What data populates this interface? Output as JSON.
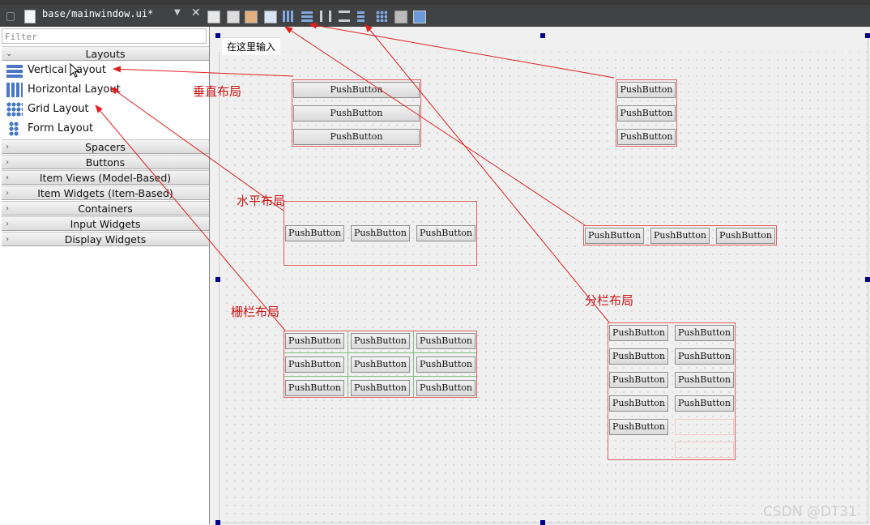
{
  "editor": {
    "file_tab": "base/mainwindow.ui*"
  },
  "toolbar": {
    "icons": [
      "edit-widgets-icon",
      "edit-signals-icon",
      "edit-buddies-icon",
      "edit-tab-order-icon",
      "layout-horizontal-icon",
      "layout-vertical-icon",
      "layout-h-splitter-icon",
      "layout-v-splitter-icon",
      "layout-form-icon",
      "layout-grid-icon",
      "break-layout-icon",
      "adjust-size-icon"
    ]
  },
  "widget_box": {
    "filter_placeholder": "Filter",
    "categories": {
      "layouts": "Layouts",
      "spacers": "Spacers",
      "buttons": "Buttons",
      "item_views": "Item Views (Model-Based)",
      "item_widgets": "Item Widgets (Item-Based)",
      "containers": "Containers",
      "input_widgets": "Input Widgets",
      "display_widgets": "Display Widgets"
    },
    "layout_items": {
      "vertical": "Vertical Layout",
      "horizontal": "Horizontal Layout",
      "grid": "Grid Layout",
      "form": "Form Layout"
    }
  },
  "form": {
    "menu_placeholder": "在这里输入",
    "button_label": "PushButton"
  },
  "annotations": {
    "vertical": "垂直布局",
    "horizontal": "水平布局",
    "grid": "栅栏布局",
    "form": "分栏布局"
  },
  "colors": {
    "annotation": "#cc1111",
    "handle": "#00008b",
    "toolbar_bg": "#404244"
  },
  "watermark": "CSDN @DT31"
}
